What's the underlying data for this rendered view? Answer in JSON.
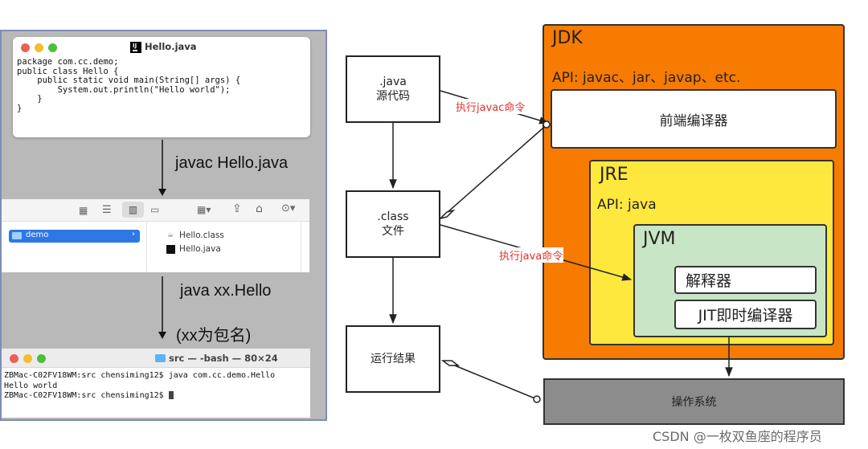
{
  "editor": {
    "filename": "Hello.java",
    "code": [
      "package com.cc.demo;",
      "public class Hello {",
      "    public static void main(String[] args) {",
      "        System.out.println(\"Hello world\");",
      "    }",
      "}"
    ]
  },
  "steps": {
    "compile": "javac Hello.java",
    "run_line1": "java xx.Hello",
    "run_line2": "(xx为包名)"
  },
  "finder": {
    "folder": "demo",
    "files": [
      "Hello.class",
      "Hello.java"
    ]
  },
  "terminal": {
    "title": "src — -bash — 80×24",
    "lines": [
      "ZBMac-C02FV18WM:src chensiming12$ java com.cc.demo.Hello",
      "Hello world",
      "ZBMac-C02FV18WM:src chensiming12$ "
    ]
  },
  "diagram": {
    "source_box": [
      ".java",
      "源代码"
    ],
    "class_box": [
      ".class",
      "文件"
    ],
    "result_box": "运行结果",
    "edge_javac": "执行javac命令",
    "edge_java": "执行java命令",
    "jdk": {
      "title": "JDK",
      "api": "API:  javac、jar、javap、etc."
    },
    "frontend_compiler": "前端编译器",
    "jre": {
      "title": "JRE",
      "api": "API: java"
    },
    "jvm": {
      "title": "JVM"
    },
    "interpreter": "解释器",
    "jit": "JIT即时编译器",
    "os": "操作系统",
    "colors": {
      "jdk": "#f77b00",
      "jre": "#ffe83d",
      "jvm": "#c8e6c5",
      "os": "#8c8c8c",
      "edge_label": "#e0312c"
    }
  },
  "watermark": "CSDN @一枚双鱼座的程序员"
}
